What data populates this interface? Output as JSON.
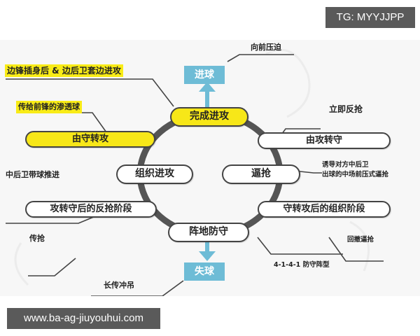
{
  "watermarks": {
    "top_right": "TG: MYYJJPP",
    "bottom_left": "www.ba-ag-jiuyouhui.com"
  },
  "diagram": {
    "colors": {
      "ring": "#555555",
      "highlight": "#f7e718",
      "outcome_box": "#6ebcd6",
      "background": "#f7f7f7"
    },
    "outcomes": {
      "score": "进球",
      "lose": "失球"
    },
    "phases": {
      "complete_attack": "完成进攻",
      "def_to_att": "由守转攻",
      "att_to_def": "由攻转守",
      "organize_attack": "组织进攻",
      "press": "逼抢",
      "counter_press_phase": "攻转守后的反抢阶段",
      "organize_phase": "守转攻后的组织阶段",
      "positional_defense": "阵地防守"
    },
    "notes": {
      "forward_press": "向前压迫",
      "winger_fullback": "边锋插身后 & 边后卫套边进攻",
      "through_ball": "传给前锋的渗透球",
      "immediate_counter": "立即反抢",
      "cb_carry": "中后卫带球推进",
      "press_line1": "诱导对方中后卫",
      "press_line2": "出球的中场前压式逼抢",
      "pass_press": "传抢",
      "retreat_press": "回撤逼抢",
      "formation": "4-1-4-1 防守阵型",
      "long_ball": "长传冲吊"
    }
  }
}
